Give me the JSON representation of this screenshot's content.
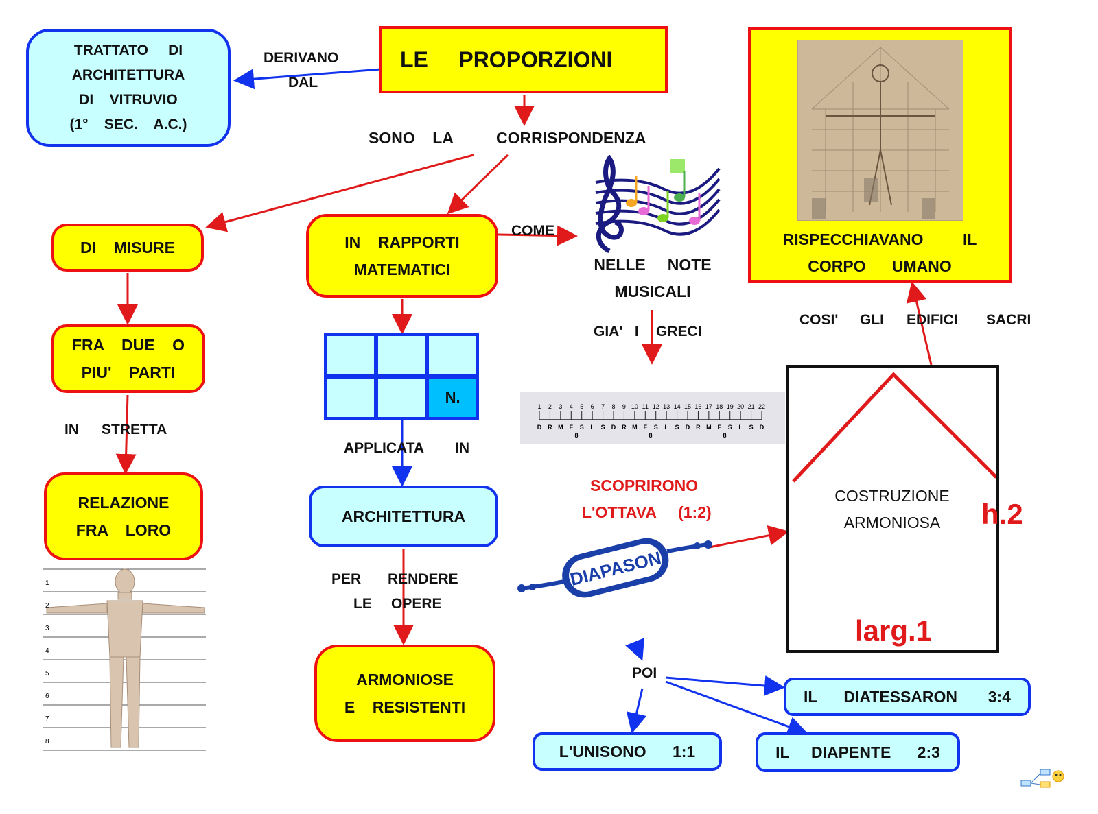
{
  "nodes": {
    "title": "LE     PROPORZIONI",
    "vitruvio": [
      "TRATTATO     DI",
      "ARCHITETTURA",
      "DI    VITRUVIO",
      "(1°    SEC.    A.C.)"
    ],
    "misure": "DI    MISURE",
    "rapporti": [
      "IN    RAPPORTI",
      "MATEMATICI"
    ],
    "parti": [
      "FRA    DUE    O",
      "PIU'    PARTI"
    ],
    "relazione": [
      "RELAZIONE",
      "FRA    LORO"
    ],
    "architettura": "ARCHITETTURA",
    "armoniose": [
      "ARMONIOSE",
      "E    RESISTENTI"
    ],
    "note": [
      "NELLE     NOTE",
      "MUSICALI"
    ],
    "rispecchiavano": [
      "RISPECCHIAVANO         IL",
      "CORPO      UMANO"
    ],
    "costruzione": [
      "COSTRUZIONE",
      "ARMONIOSA"
    ],
    "height": "h.2",
    "width": "larg.1",
    "diatessaron": "IL      DIATESSARON       3:4",
    "unisono": "L'UNISONO      1:1",
    "diapente": "IL     DIAPENTE      2:3",
    "grid_cell": "N."
  },
  "links": {
    "derivano": "DERIVANO",
    "dal": "DAL",
    "sono_la": "SONO    LA",
    "corrispondenza": "CORRISPONDENZA",
    "come": "COME",
    "gia_i": "GIA'   I",
    "greci": "GRECI",
    "in": "IN",
    "stretta": "STRETTA",
    "applicata": "APPLICATA",
    "applicata_in": "IN",
    "per": "PER",
    "rendere": "RENDERE",
    "le": "LE",
    "opere": "OPERE",
    "scoprirono": "SCOPRIRONO",
    "ottava": "L'OTTAVA     (1:2)",
    "cosi": "COSI'",
    "gli": "GLI",
    "edifici": "EDIFICI",
    "sacri": "SACRI",
    "poi": "POI"
  },
  "images": {
    "diapason": "DIAPASON",
    "ruler_numbers": [
      "1",
      "2",
      "3",
      "4",
      "5",
      "6",
      "7",
      "8",
      "9",
      "10",
      "11",
      "12",
      "13",
      "14",
      "15",
      "16",
      "17",
      "18",
      "19",
      "20",
      "21",
      "22"
    ],
    "ruler_notes": [
      "D",
      "R",
      "M",
      "F",
      "S",
      "L",
      "S",
      "D",
      "R",
      "M",
      "F",
      "S",
      "L",
      "S",
      "D",
      "R",
      "M",
      "F",
      "S",
      "L",
      "S",
      "D"
    ],
    "ruler_octave": "8",
    "body_scale": [
      "1",
      "2",
      "3",
      "4",
      "5",
      "6",
      "7",
      "8"
    ]
  },
  "colors": {
    "yellow": "#ffff00",
    "red_border": "#ee1111",
    "cyan": "#c8ffff",
    "blue_border": "#1133ee",
    "arrow_red": "#e01a1a",
    "arrow_blue": "#1133ee"
  }
}
